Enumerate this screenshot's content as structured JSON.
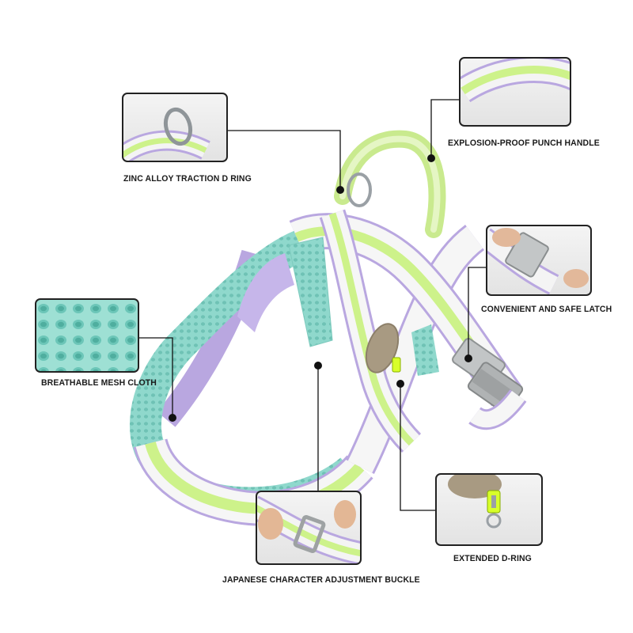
{
  "callouts": {
    "d_ring": {
      "label": "ZINC ALLOY TRACTION D RING",
      "icon": "d-ring-closeup"
    },
    "handle": {
      "label": "EXPLOSION-PROOF PUNCH HANDLE",
      "icon": "handle-closeup"
    },
    "latch": {
      "label": "CONVENIENT AND SAFE LATCH",
      "icon": "buckle-closeup"
    },
    "mesh": {
      "label": "BREATHABLE MESH CLOTH",
      "icon": "mesh-closeup"
    },
    "buckle": {
      "label": "JAPANESE CHARACTER ADJUSTMENT BUCKLE",
      "icon": "adjuster-closeup"
    },
    "extended_ring": {
      "label": "EXTENDED D-RING",
      "icon": "extended-ring-closeup"
    }
  },
  "colors": {
    "mint": "#8fd8cc",
    "lime": "#cdf28a",
    "lavender": "#b9a7e0",
    "strap_white": "#f6f6f6",
    "buckle_gray": "#b9bcbd",
    "leather_patch": "#a89a82",
    "frame_border": "#222222"
  }
}
